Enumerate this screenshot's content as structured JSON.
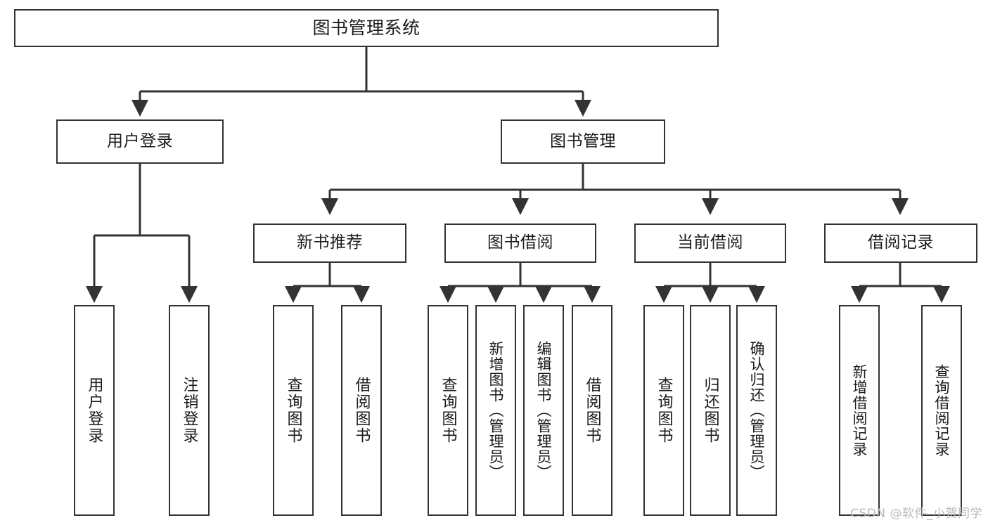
{
  "diagram": {
    "title": "图书管理系统",
    "type": "hierarchy-tree",
    "watermark": "CSDN @软件_小贺同学",
    "colors": {
      "stroke": "#333333",
      "background": "#ffffff",
      "text": "#1a1a1a",
      "watermark": "#b9b9b9"
    },
    "root": {
      "label": "图书管理系统"
    },
    "level2": [
      {
        "label": "用户登录"
      },
      {
        "label": "图书管理"
      }
    ],
    "level3": [
      {
        "label": "新书推荐"
      },
      {
        "label": "图书借阅"
      },
      {
        "label": "当前借阅"
      },
      {
        "label": "借阅记录"
      }
    ],
    "leaves": {
      "user_login": [
        {
          "label": "用户登录"
        },
        {
          "label": "注销登录"
        }
      ],
      "new_book_recommend": [
        {
          "label": "查询图书"
        },
        {
          "label": "借阅图书"
        }
      ],
      "book_borrow": [
        {
          "label": "查询图书"
        },
        {
          "label": "新增图书（管理员）"
        },
        {
          "label": "编辑图书（管理员）"
        },
        {
          "label": "借阅图书"
        }
      ],
      "current_borrow": [
        {
          "label": "查询图书"
        },
        {
          "label": "归还图书"
        },
        {
          "label": "确认归还（管理员）"
        }
      ],
      "borrow_record": [
        {
          "label": "新增借阅记录"
        },
        {
          "label": "查询借阅记录"
        }
      ]
    }
  }
}
